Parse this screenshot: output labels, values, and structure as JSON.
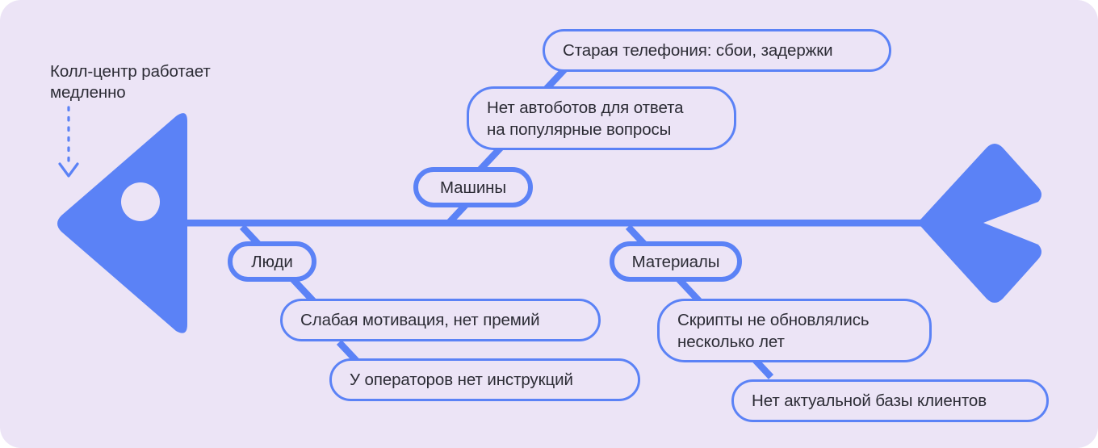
{
  "diagram": {
    "kind": "fishbone-ishikawa",
    "problem_statement": "Колл-центр работает\nмедленно",
    "colors": {
      "background": "#ece4f6",
      "accent_blue": "#5b82f6",
      "text": "#2c2c35",
      "pill_fill": "#ece4f6"
    },
    "fish": {
      "head_name": "fish-head",
      "eye_name": "fish-eye",
      "spine_name": "fish-spine",
      "tail_name": "fish-tail"
    },
    "arrow": {
      "name": "dotted-down-arrow",
      "style": "dashed",
      "direction": "down"
    },
    "branches": [
      {
        "id": "mashiny",
        "category": "Машины",
        "side": "top",
        "causes": [
          "Старая телефония: сбои, задержки",
          "Нет автоботов для ответа\nна популярные вопросы"
        ]
      },
      {
        "id": "lyudi",
        "category": "Люди",
        "side": "bottom",
        "causes": [
          "Слабая мотивация, нет премий",
          "У операторов нет инструкций"
        ]
      },
      {
        "id": "materialy",
        "category": "Материалы",
        "side": "bottom",
        "causes": [
          "Скрипты не обновлялись\nнесколько лет",
          "Нет актуальной базы клиентов"
        ]
      }
    ]
  }
}
